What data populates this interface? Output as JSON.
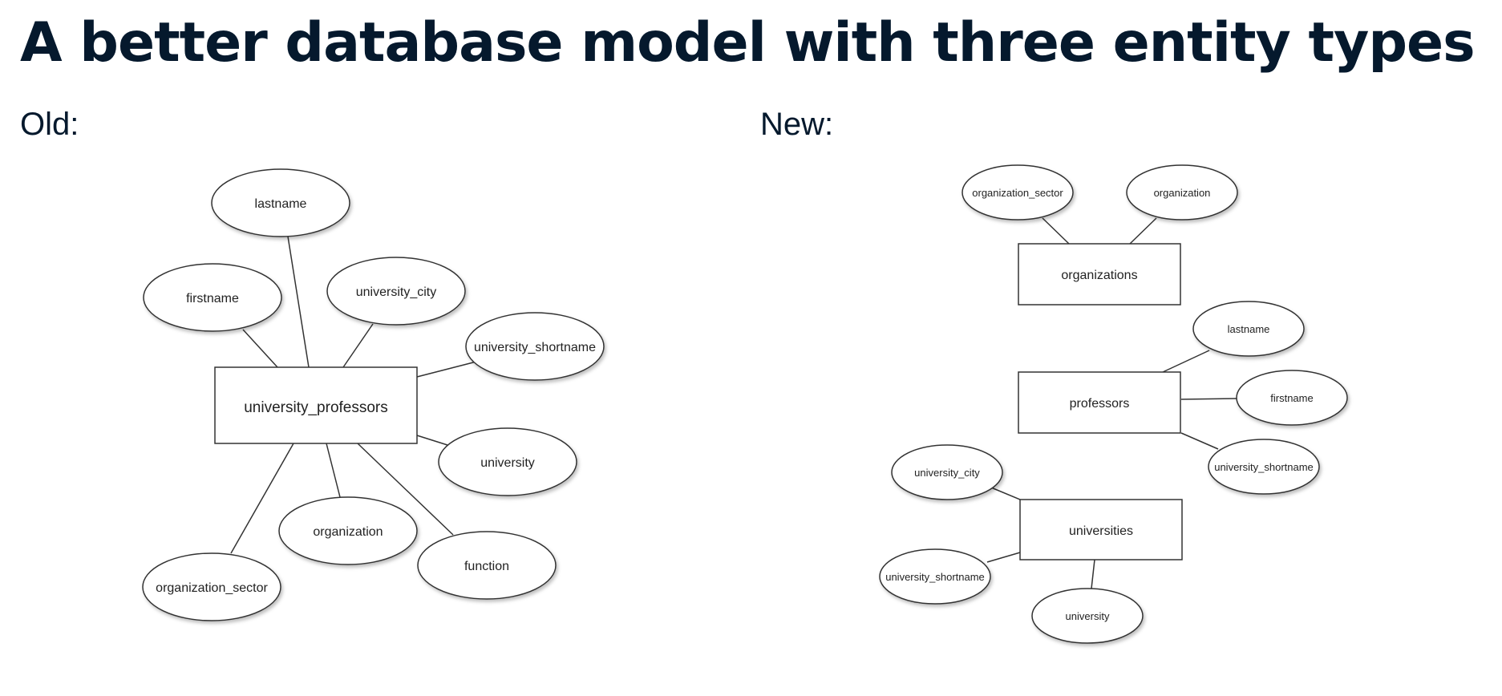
{
  "title": "A better database model with three entity types",
  "old": {
    "label": "Old:",
    "entity": "university_professors",
    "attributes": {
      "lastname": "lastname",
      "firstname": "firstname",
      "university_city": "university_city",
      "university_shortname": "university_shortname",
      "university": "university",
      "organization": "organization",
      "function": "function",
      "organization_sector": "organization_sector"
    }
  },
  "new": {
    "label": "New:",
    "organizations": {
      "entity": "organizations",
      "organization_sector": "organization_sector",
      "organization": "organization"
    },
    "professors": {
      "entity": "professors",
      "lastname": "lastname",
      "firstname": "firstname",
      "university_shortname": "university_shortname"
    },
    "universities": {
      "entity": "universities",
      "university_city": "university_city",
      "university_shortname": "university_shortname",
      "university": "university"
    }
  }
}
